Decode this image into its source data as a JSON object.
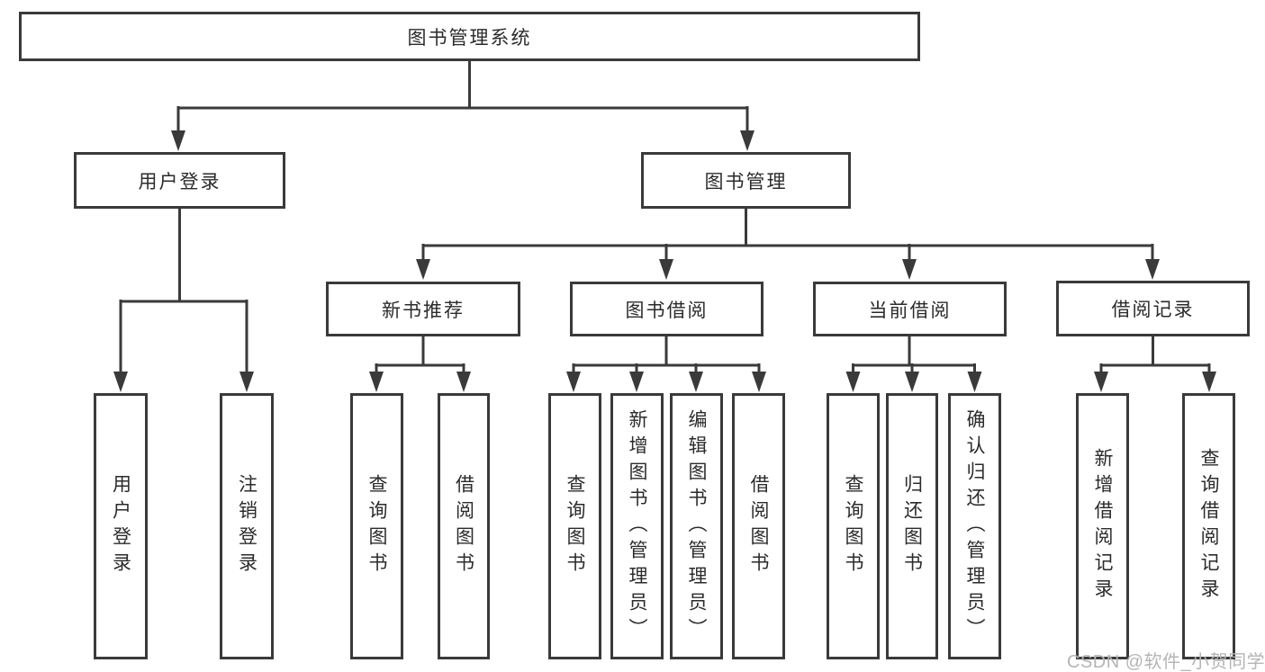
{
  "diagram": {
    "root": {
      "label": "图书管理系统"
    },
    "branches": [
      {
        "label": "用户登录",
        "children": [
          {
            "label": "用户登录"
          },
          {
            "label": "注销登录"
          }
        ]
      },
      {
        "label": "图书管理",
        "children": [
          {
            "label": "新书推荐",
            "children": [
              {
                "label": "查询图书"
              },
              {
                "label": "借阅图书"
              }
            ]
          },
          {
            "label": "图书借阅",
            "children": [
              {
                "label": "查询图书"
              },
              {
                "label": "新增图书（管理员）"
              },
              {
                "label": "编辑图书（管理员）"
              },
              {
                "label": "借阅图书"
              }
            ]
          },
          {
            "label": "当前借阅",
            "children": [
              {
                "label": "查询图书"
              },
              {
                "label": "归还图书"
              },
              {
                "label": "确认归还（管理员）"
              }
            ]
          },
          {
            "label": "借阅记录",
            "children": [
              {
                "label": "新增借阅记录"
              },
              {
                "label": "查询借阅记录"
              }
            ]
          }
        ]
      }
    ]
  },
  "watermark": {
    "text": "CSDN @软件_小贺同学"
  },
  "colors": {
    "line": "#3a3a3a",
    "text": "#2b2b2b",
    "watermark": "#b5b5b5",
    "background": "#ffffff"
  }
}
